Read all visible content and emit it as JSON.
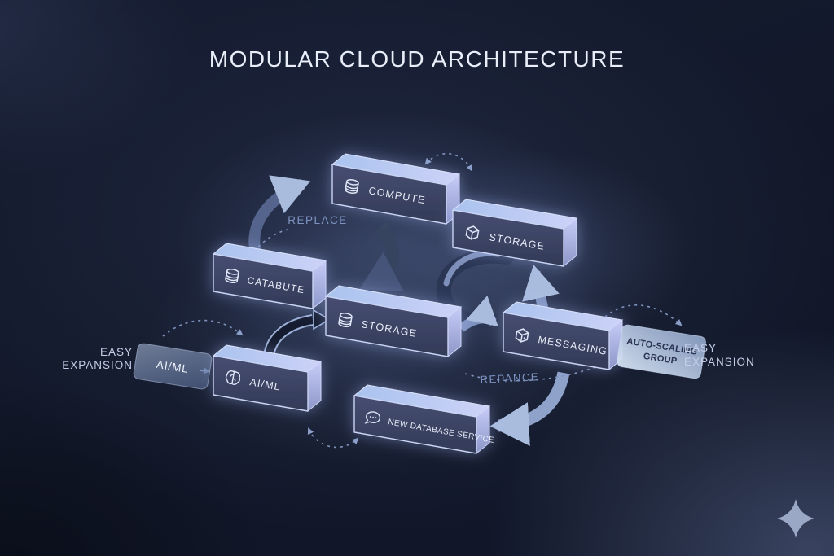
{
  "title": "MODULAR CLOUD ARCHITECTURE",
  "nodes": {
    "compute": {
      "label": "COMPUTE",
      "icon": "database-icon"
    },
    "storage_top": {
      "label": "STORAGE",
      "icon": "cube-icon"
    },
    "catabute": {
      "label": "CATABUTE",
      "icon": "database-icon"
    },
    "storage_mid": {
      "label": "STORAGE",
      "icon": "database-icon"
    },
    "ai_ml": {
      "label": "AI/ML",
      "icon": "brain-icon"
    },
    "messaging": {
      "label": "MESSAGING",
      "icon": "cube-icon"
    },
    "new_database_service": {
      "label": "NEW DATABASE SERVICE",
      "icon": "chat-icon"
    }
  },
  "panels": {
    "ai_ml_chip": {
      "label": "AI/ML"
    },
    "auto_scaling_group": {
      "line1": "AUTO-SCALING",
      "line2": "GROUP"
    }
  },
  "annotations": {
    "replace": "REPLACE",
    "repance": "REPANCE",
    "easy_expansion_left": {
      "line1": "EASY",
      "line2": "EXPANSION"
    },
    "easy_expansion_right": {
      "line1": "EASY",
      "line2": "EXPANSION"
    }
  },
  "decor": {
    "sparkle": "sparkle-icon"
  },
  "colors": {
    "background": "#131a2d",
    "box_front": "#3c4366",
    "box_top": "#b9c9f2",
    "box_side": "#a7aede",
    "arrow_dark": "#364460",
    "arrow_light": "#9fb2d8",
    "annotation_text": "#7e93c1",
    "title_text": "#e9eef9"
  }
}
